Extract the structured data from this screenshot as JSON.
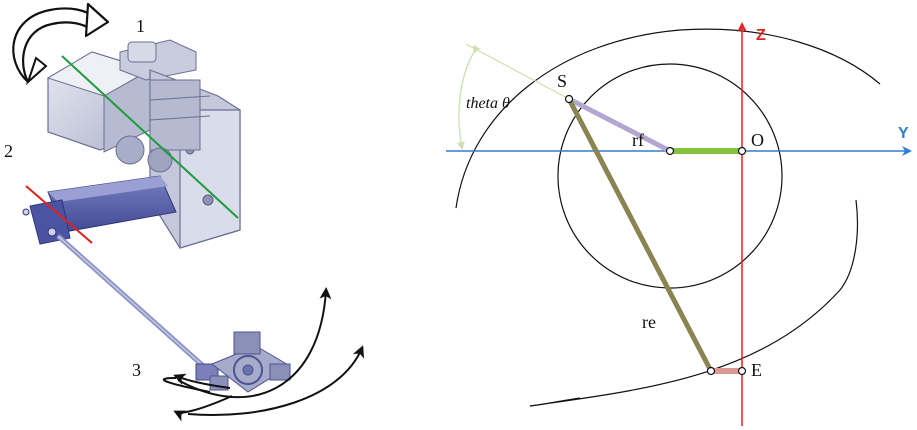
{
  "mechanism": {
    "labels": [
      "1",
      "2",
      "3"
    ],
    "colors": {
      "motor_body": "#c9ccdc",
      "motor_shade": "#9aa0bd",
      "arm": "#5c66b0",
      "arm_dark": "#3f4893",
      "rod": "#8d93c4",
      "platform": "#8b90b8",
      "axis_green": "#1e9c3a",
      "axis_red": "#e01f1f",
      "arrow": "#111111"
    },
    "icons": [
      "rotation-arrow-icon",
      "motion-arrows-icon"
    ]
  },
  "geometry": {
    "axis_labels": {
      "z": "Z",
      "y": "Y"
    },
    "angle_label": "theta θ",
    "points": {
      "s": "S",
      "o": "O",
      "e": "E"
    },
    "segments": {
      "rf": "rf",
      "re": "re"
    },
    "colors": {
      "z_axis": "#e8221e",
      "y_axis": "#2f7fd0",
      "rf": "#b3a6d0",
      "re": "#8a8352",
      "base": "#84c23e",
      "effector": "#d99a95",
      "circle": "#111111",
      "angle_guide": "#cfe0b0"
    }
  }
}
